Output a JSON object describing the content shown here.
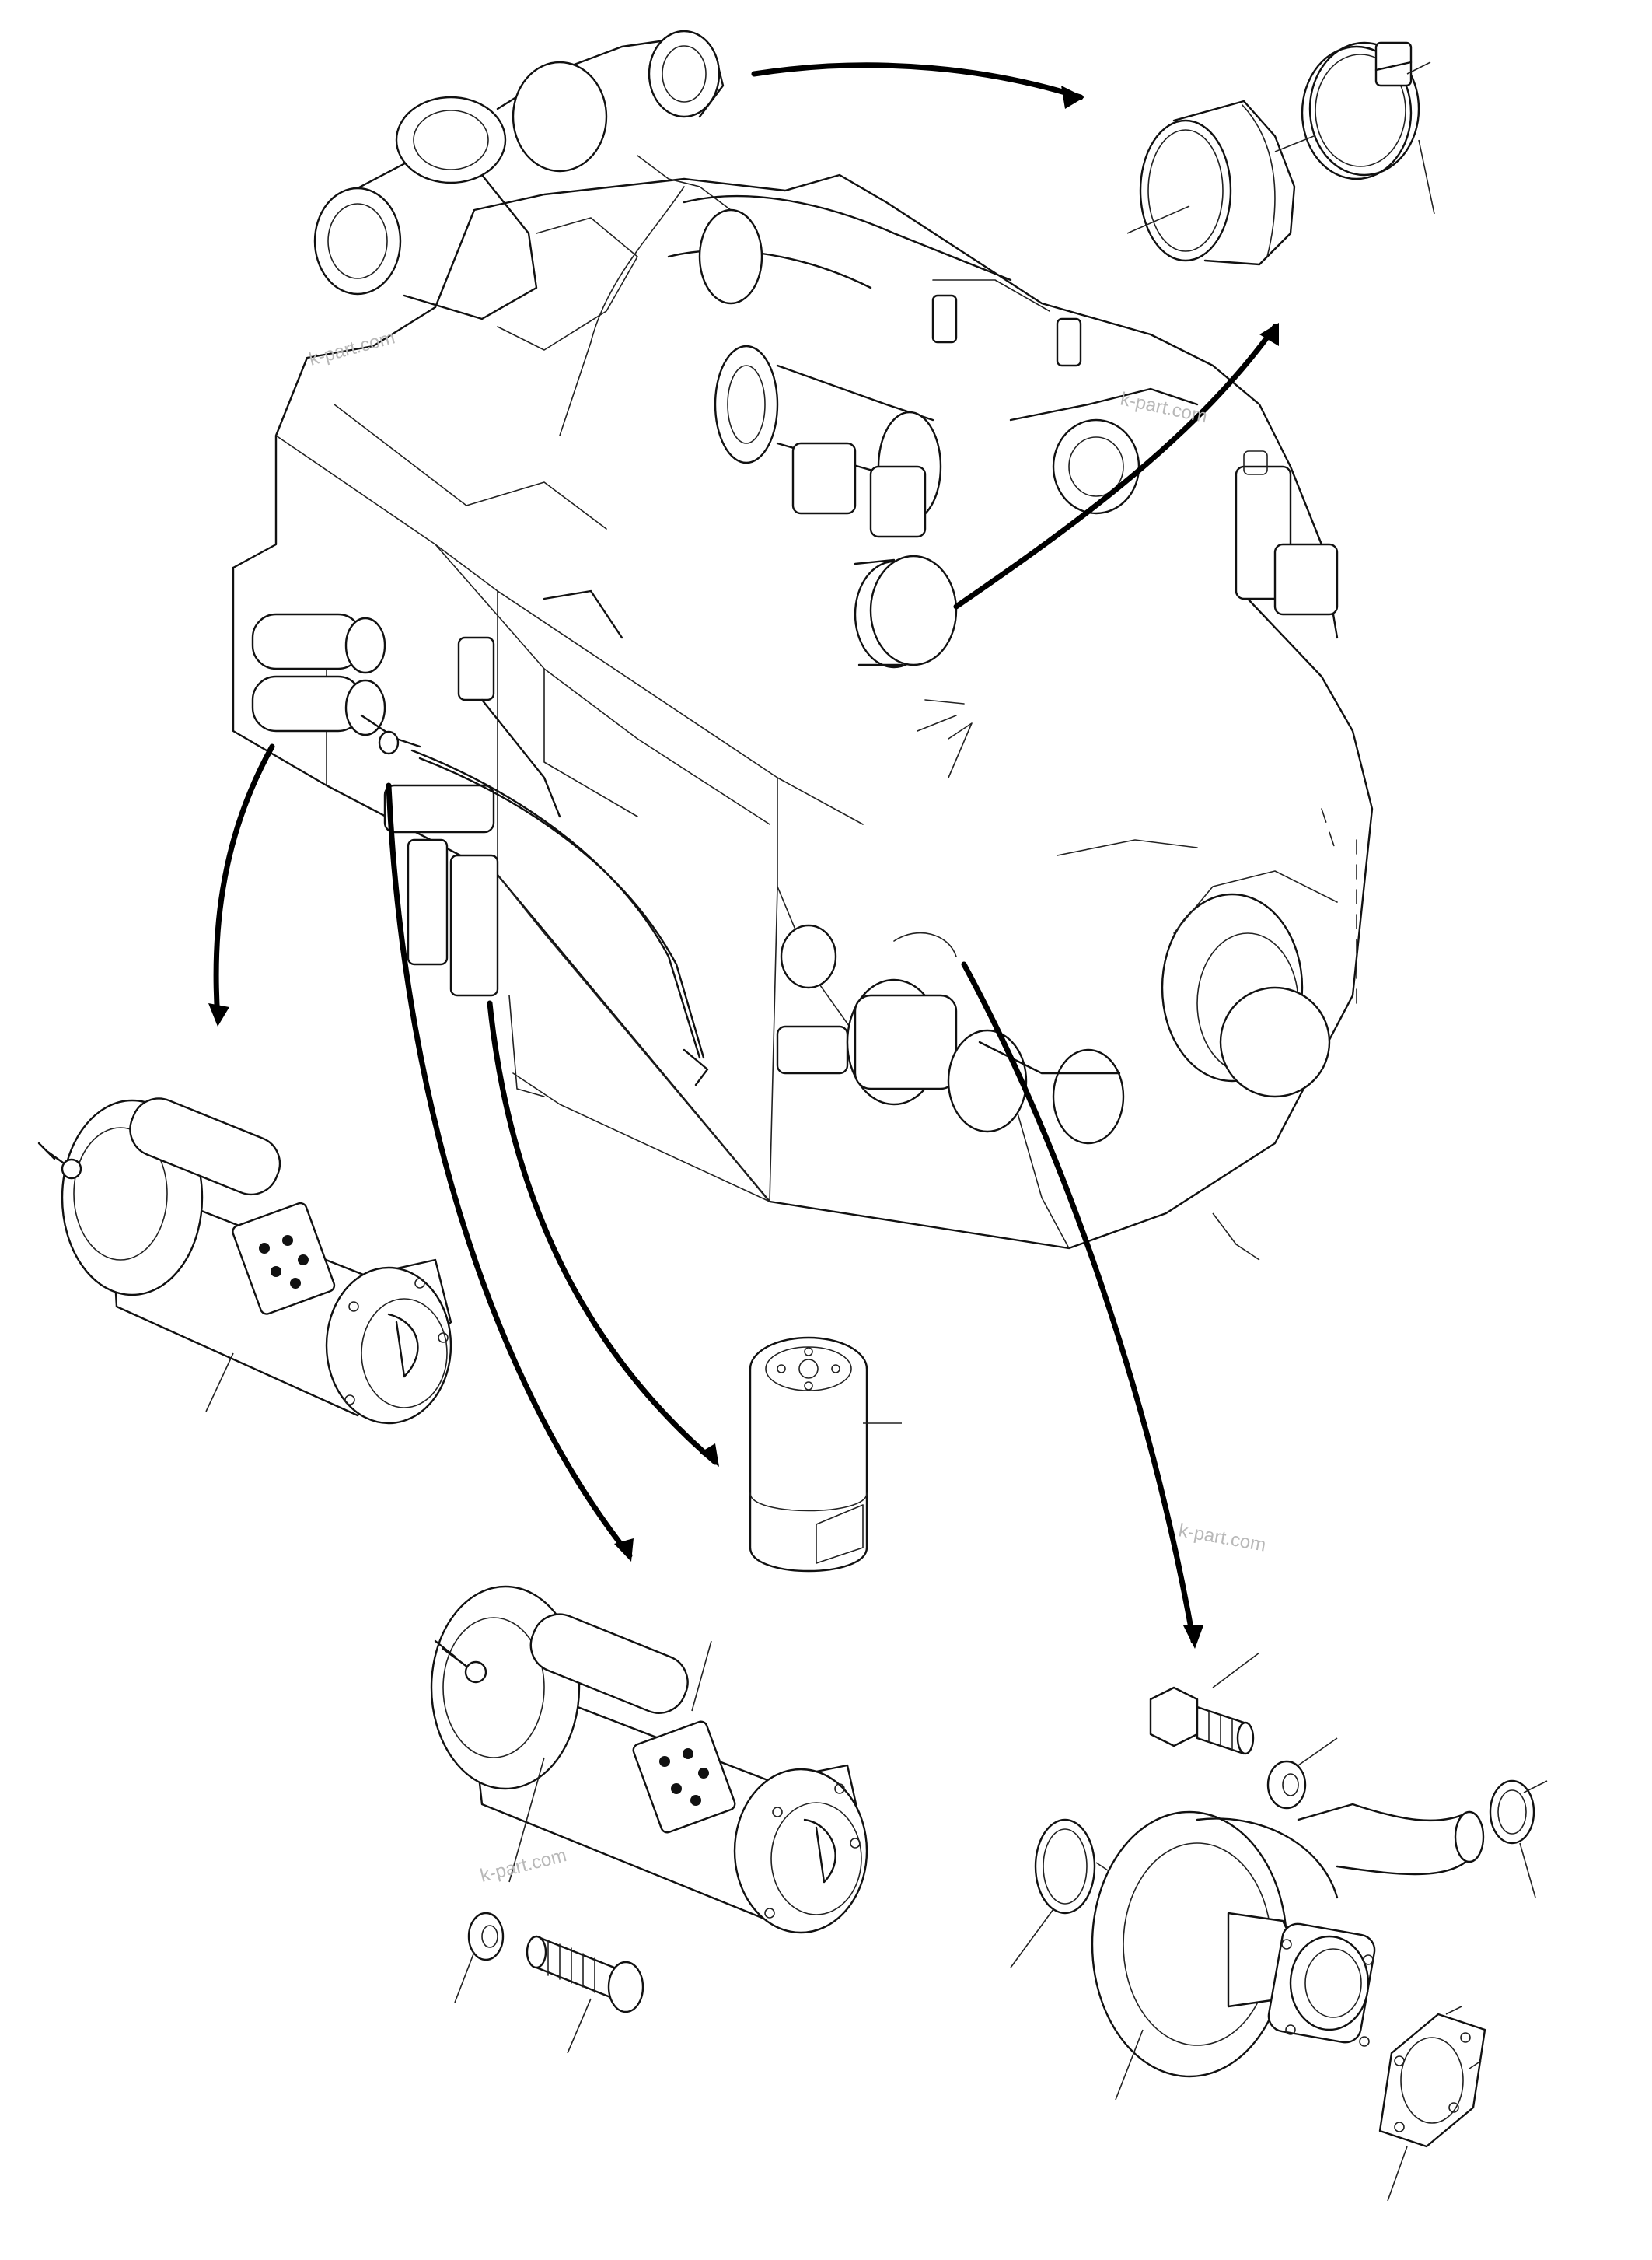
{
  "watermark": {
    "text": "k-part.com",
    "color": "#b8b8b8"
  },
  "parts": [
    {
      "name": "engine-assembly"
    },
    {
      "name": "turbo-intake-cap"
    },
    {
      "name": "hose-sleeve"
    },
    {
      "name": "hose-clamp"
    },
    {
      "name": "starter-motor-upper"
    },
    {
      "name": "starter-motor-lower"
    },
    {
      "name": "fuel-filter-cartridge"
    },
    {
      "name": "hex-bolt"
    },
    {
      "name": "lock-washer"
    },
    {
      "name": "o-ring"
    },
    {
      "name": "water-pump"
    },
    {
      "name": "gasket"
    },
    {
      "name": "pinion-bolt"
    }
  ]
}
